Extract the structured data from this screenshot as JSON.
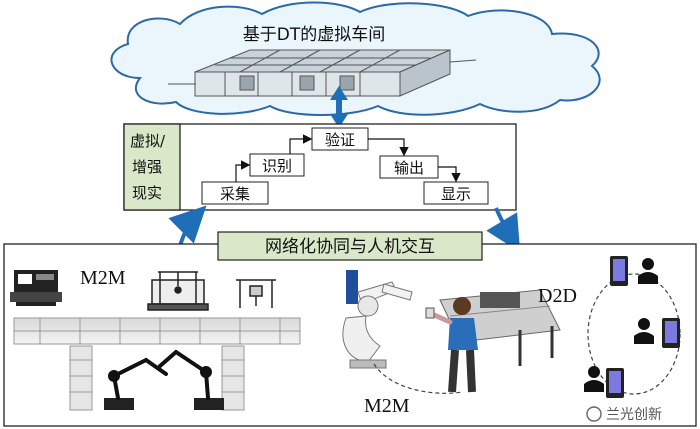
{
  "cloud": {
    "title": "基于DT的虚拟车间"
  },
  "virtual_panel": {
    "side_label_lines": [
      "虚拟/",
      "增强",
      "现实"
    ],
    "steps": {
      "collect": "采集",
      "recognize": "识别",
      "verify": "验证",
      "output": "输出",
      "display": "显示"
    }
  },
  "network": {
    "title": "网络化协同与人机交互",
    "m2m_top_label": "M2M",
    "m2m_bottom_label": "M2M",
    "d2d_label": "D2D"
  },
  "watermark": {
    "text": "兰光创新"
  },
  "colors": {
    "cloud_fill": "#eaf6fc",
    "cloud_stroke": "#2a6aa8",
    "arrow_blue": "#1f6fb8",
    "label_green": "#d8e8c8",
    "step_fill": "#ffffff",
    "robot_orange": "#e07a20",
    "worker_shirt": "#2a6db8"
  }
}
